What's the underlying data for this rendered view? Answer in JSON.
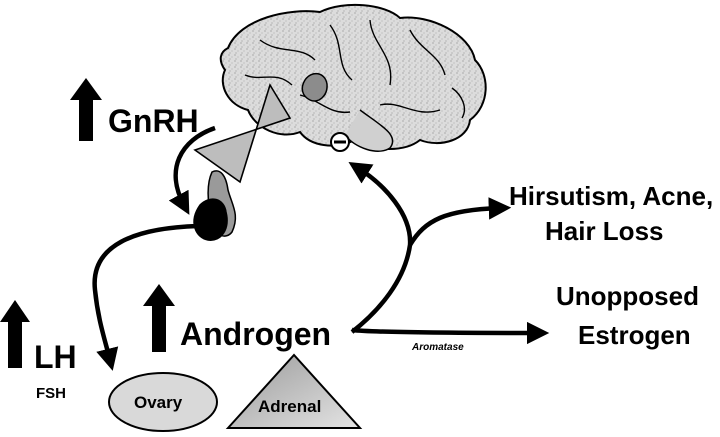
{
  "labels": {
    "gnrh": "GnRH",
    "lh": "LH",
    "fsh": "FSH",
    "androgen": "Androgen",
    "ovary": "Ovary",
    "adrenal": "Adrenal",
    "hirsutism_line1": "Hirsutism, Acne,",
    "hirsutism_line2": "Hair Loss",
    "unopposed_line1": "Unopposed",
    "unopposed_line2": "Estrogen",
    "aromatase": "Aromatase",
    "feedback_symbol": "−"
  },
  "colors": {
    "ink": "#000000",
    "brain_fill": "#d8d8d8",
    "hypothalamus_fill": "#8c8c8c",
    "funnel_fill": "#bdbdbd",
    "pituitary_anterior": "#000000",
    "pituitary_posterior": "#9a9a9a",
    "ovary_fill": "#d9d9d9",
    "adrenal_fill": "#b0b0b0"
  }
}
